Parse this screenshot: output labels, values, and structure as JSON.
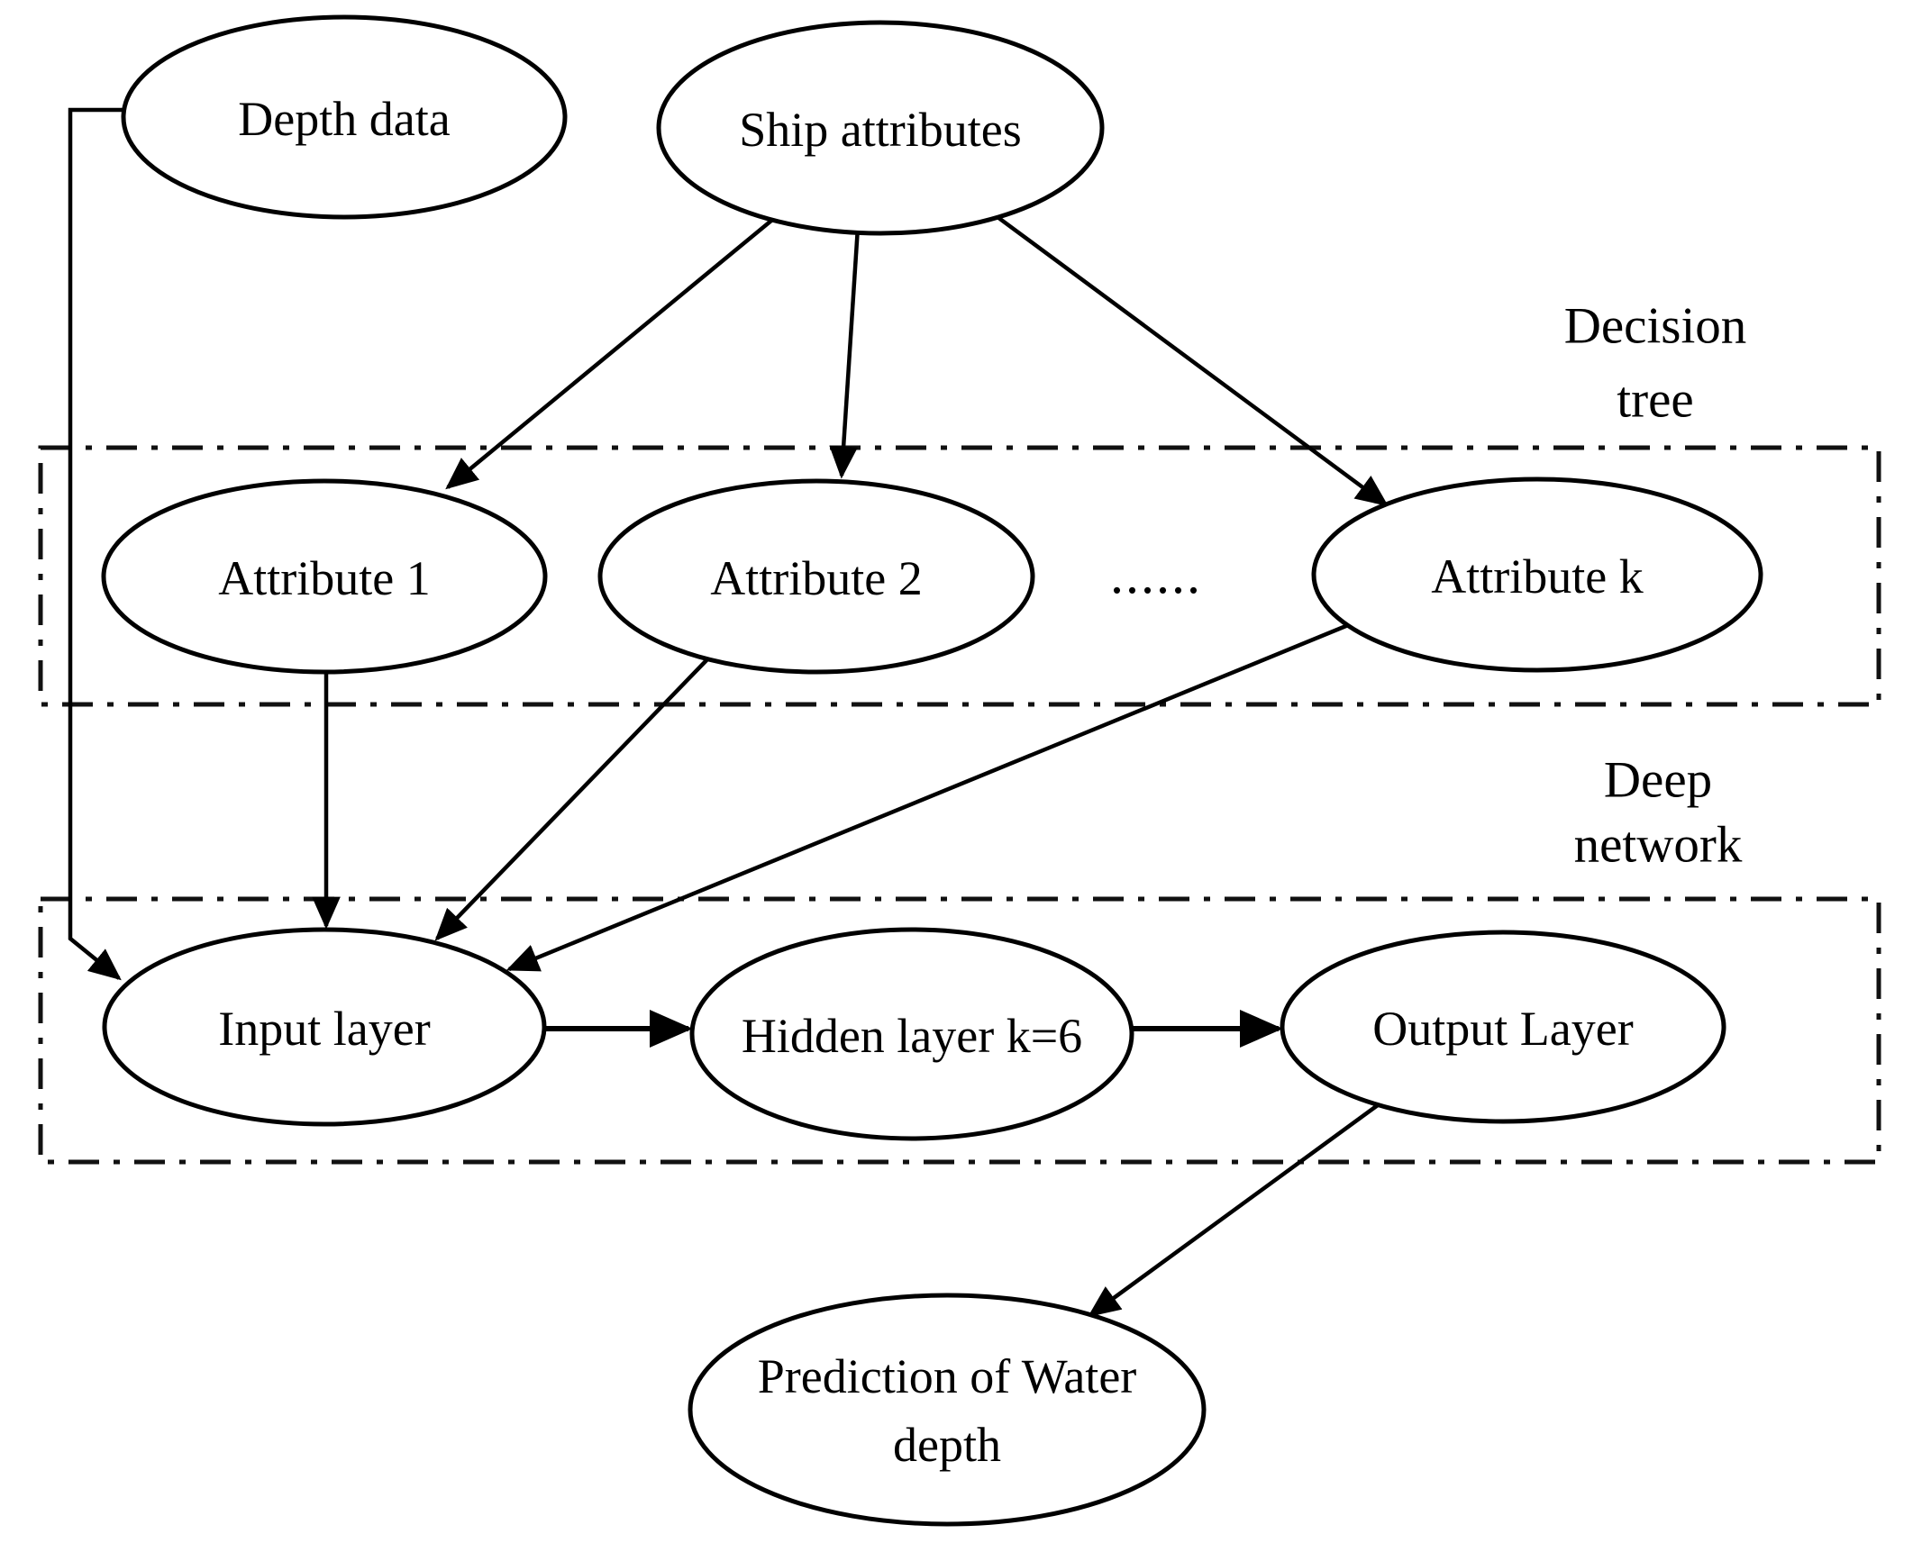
{
  "colors": {
    "line": "#000000",
    "text": "#000000",
    "background": "#ffffff"
  },
  "nodes": {
    "depth_data": {
      "label": "Depth data"
    },
    "ship_attributes": {
      "label": "Ship attributes"
    },
    "attribute_1": {
      "label": "Attribute 1"
    },
    "attribute_2": {
      "label": "Attribute 2"
    },
    "attribute_k": {
      "label": "Attribute k"
    },
    "input_layer": {
      "label": "Input layer"
    },
    "hidden_layer": {
      "label": "Hidden layer k=6"
    },
    "output_layer": {
      "label": "Output Layer"
    },
    "prediction": {
      "lines": [
        "Prediction of Water",
        "depth"
      ]
    }
  },
  "regions": {
    "decision_tree": {
      "lines": [
        "Decision",
        "tree"
      ]
    },
    "deep_network": {
      "lines": [
        "Deep",
        "network"
      ]
    }
  },
  "misc": {
    "ellipsis": "......"
  },
  "edges": [
    {
      "from": "depth_data",
      "to": "input_layer"
    },
    {
      "from": "ship_attributes",
      "to": "attribute_1"
    },
    {
      "from": "ship_attributes",
      "to": "attribute_2"
    },
    {
      "from": "ship_attributes",
      "to": "attribute_k"
    },
    {
      "from": "attribute_1",
      "to": "input_layer"
    },
    {
      "from": "attribute_2",
      "to": "input_layer"
    },
    {
      "from": "attribute_k",
      "to": "input_layer"
    },
    {
      "from": "input_layer",
      "to": "hidden_layer"
    },
    {
      "from": "hidden_layer",
      "to": "output_layer"
    },
    {
      "from": "output_layer",
      "to": "prediction"
    }
  ]
}
